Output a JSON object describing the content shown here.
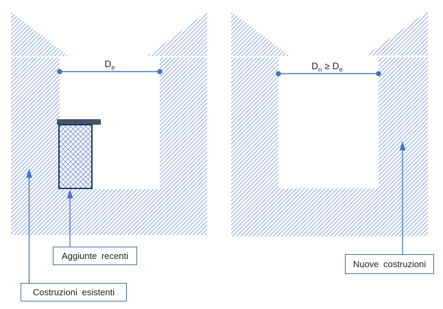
{
  "colors": {
    "accent_blue": "#4472C4",
    "hatch_line": "#8FA9DC",
    "crosshatch_line": "#7E9BD4",
    "callout_border": "#41719C",
    "roof_fill": "#44546A",
    "building_border": "#1F3864",
    "text": "#1F1F1F",
    "background": "#FFFFFF"
  },
  "left_figure": {
    "dimension": {
      "base": "D",
      "subscript": "e"
    },
    "callouts": {
      "recent_additions": "Aggiunte recenti",
      "existing_buildings": "Costruzioni esistenti"
    }
  },
  "right_figure": {
    "dimension": {
      "base1": "D",
      "subscript1": "n",
      "operator": "≥",
      "base2": "D",
      "subscript2": "e"
    },
    "callouts": {
      "new_buildings": "Nuove costruzioni"
    }
  }
}
